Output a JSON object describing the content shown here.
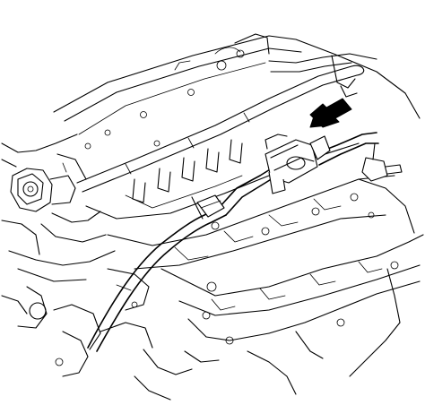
{
  "figure": {
    "kind": "engine-component-line-drawing",
    "subject": "fuel-line-routing",
    "callout": {
      "icon": "arrow-icon",
      "direction": "down-left",
      "color": "#000000"
    },
    "background": "#ffffff",
    "line_color": "#000000"
  }
}
